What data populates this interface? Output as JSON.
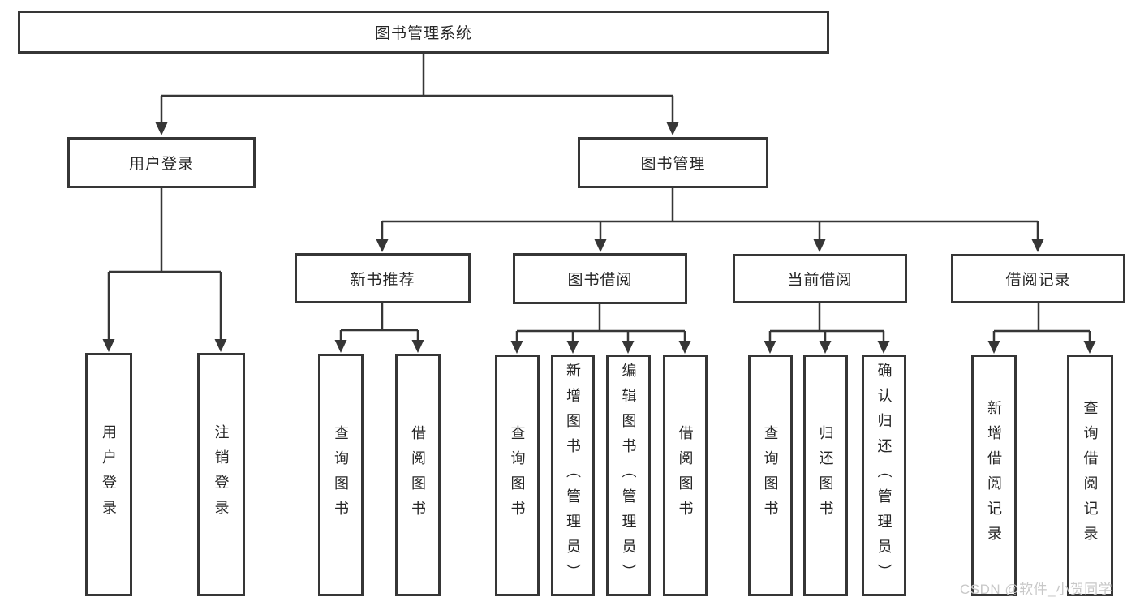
{
  "diagram": {
    "type": "tree",
    "title": "图书管理系统"
  },
  "tree": {
    "label": "图书管理系统",
    "children": [
      {
        "label": "用户登录",
        "children": [
          {
            "label": "用户登录"
          },
          {
            "label": "注销登录"
          }
        ]
      },
      {
        "label": "图书管理",
        "children": [
          {
            "label": "新书推荐",
            "children": [
              {
                "label": "查询图书"
              },
              {
                "label": "借阅图书"
              }
            ]
          },
          {
            "label": "图书借阅",
            "children": [
              {
                "label": "查询图书"
              },
              {
                "label": "新增图书（管理员）"
              },
              {
                "label": "编辑图书（管理员）"
              },
              {
                "label": "借阅图书"
              }
            ]
          },
          {
            "label": "当前借阅",
            "children": [
              {
                "label": "查询图书"
              },
              {
                "label": "归还图书"
              },
              {
                "label": "确认归还（管理员）"
              }
            ]
          },
          {
            "label": "借阅记录",
            "children": [
              {
                "label": "新增借阅记录"
              },
              {
                "label": "查询借阅记录"
              }
            ]
          }
        ]
      }
    ]
  },
  "watermark": {
    "text": "CSDN @软件_小贺同学",
    "color": "#c8c8c8"
  },
  "colors": {
    "background": "#ffffff",
    "line": "#363636",
    "box_border": "#363636",
    "box_fill": "#ffffff",
    "text": "#262626",
    "watermark": "#c8c8c8"
  }
}
